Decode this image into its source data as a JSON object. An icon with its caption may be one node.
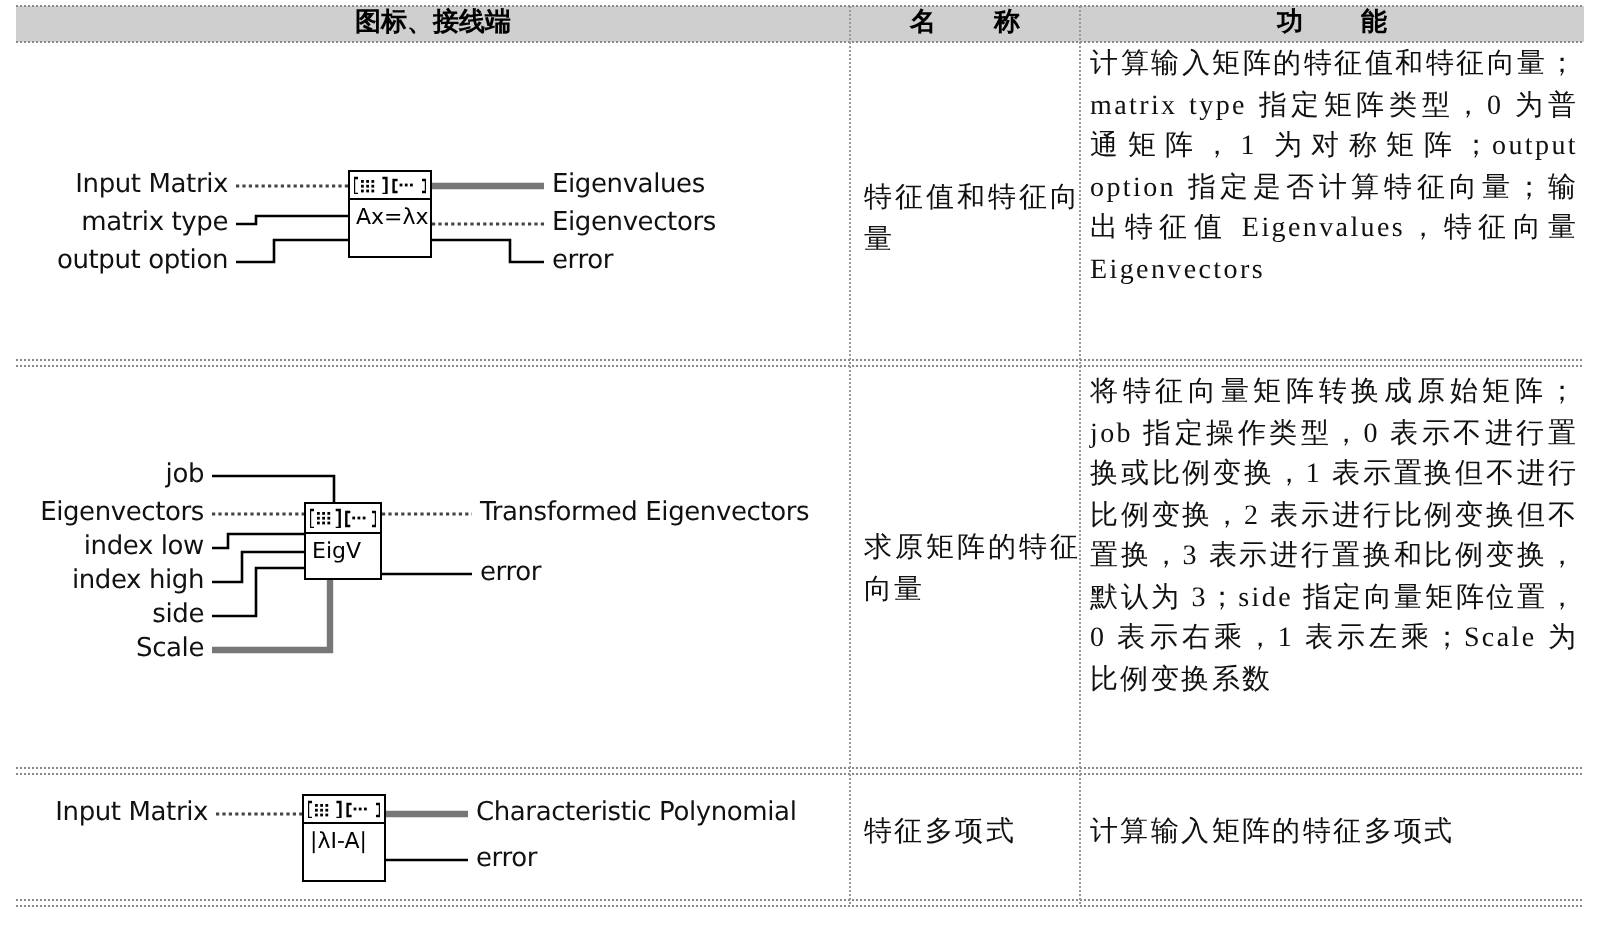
{
  "diagram": {
    "nodes": [
      {
        "text": [
          "Input Matrix"
        ]
      },
      {
        "text": [
          "matrix type"
        ]
      },
      {
        "text": [
          "output option"
        ]
      },
      {
        "text": [
          "Ax=λx"
        ]
      },
      {
        "text": [
          "Eigenvalues"
        ]
      },
      {
        "text": [
          "Eigenvectors"
        ]
      },
      {
        "text": [
          "error"
        ]
      },
      {
        "text": [
          "job"
        ]
      },
      {
        "text": [
          "Eigenvectors"
        ]
      },
      {
        "text": [
          "index low"
        ]
      },
      {
        "text": [
          "index high"
        ]
      },
      {
        "text": [
          "side"
        ]
      },
      {
        "text": [
          "Scale"
        ]
      },
      {
        "text": [
          "EigV"
        ]
      },
      {
        "text": [
          "Transformed Eigenvectors"
        ]
      },
      {
        "text": [
          "error"
        ]
      },
      {
        "text": [
          "Input Matrix"
        ]
      },
      {
        "text": [
          "|λI-A|"
        ]
      },
      {
        "text": [
          "Characteristic Polynomial"
        ]
      },
      {
        "text": [
          "error"
        ]
      }
    ],
    "edges": [
      {
        "from": 0,
        "to": 3,
        "arrow": "none",
        "style": "dashed"
      },
      {
        "from": 1,
        "to": 3,
        "arrow": "none"
      },
      {
        "from": 2,
        "to": 3,
        "arrow": "none"
      },
      {
        "from": 3,
        "to": 4,
        "arrow": "none",
        "style": "thick",
        "color": "#777777"
      },
      {
        "from": 3,
        "to": 5,
        "arrow": "none",
        "style": "dashed"
      },
      {
        "from": 3,
        "to": 6,
        "arrow": "none"
      },
      {
        "from": 7,
        "to": 13,
        "arrow": "none"
      },
      {
        "from": 8,
        "to": 13,
        "arrow": "none",
        "style": "dashed"
      },
      {
        "from": 9,
        "to": 13,
        "arrow": "none"
      },
      {
        "from": 10,
        "to": 13,
        "arrow": "none"
      },
      {
        "from": 11,
        "to": 13,
        "arrow": "none"
      },
      {
        "from": 12,
        "to": 13,
        "arrow": "none",
        "style": "thick",
        "color": "#777777"
      },
      {
        "from": 13,
        "to": 14,
        "arrow": "none",
        "style": "dashed"
      },
      {
        "from": 13,
        "to": 15,
        "arrow": "none"
      },
      {
        "from": 16,
        "to": 17,
        "arrow": "none",
        "style": "dashed"
      },
      {
        "from": 17,
        "to": 18,
        "arrow": "none",
        "style": "thick",
        "color": "#777777"
      },
      {
        "from": 17,
        "to": 19,
        "arrow": "none"
      }
    ],
    "labels": [
      "图标、接线端",
      "名称",
      "功能",
      "特征值和特征向量",
      "计算输入矩阵的特征值和特征向量；matrix type 指定矩阵类型，0 为普通矩阵，1 为对称矩阵；output option 指定是否计算特征向量；输出特征值 Eigenvalues，特征向量 Eigenvectors",
      "求原矩阵的特征向量",
      "将特征向量矩阵转换成原始矩阵；job 指定操作类型，0 表示不进行置换或比例变换，1 表示置换但不进行比例变换，2 表示进行比例变换但不置换，3 表示进行置换和比例变换，默认为 3；side 指定向量矩阵位置，0 表示右乘，1 表示左乘；Scale 为比例变换系数",
      "特征多项式",
      "计算输入矩阵的特征多项式"
    ]
  }
}
